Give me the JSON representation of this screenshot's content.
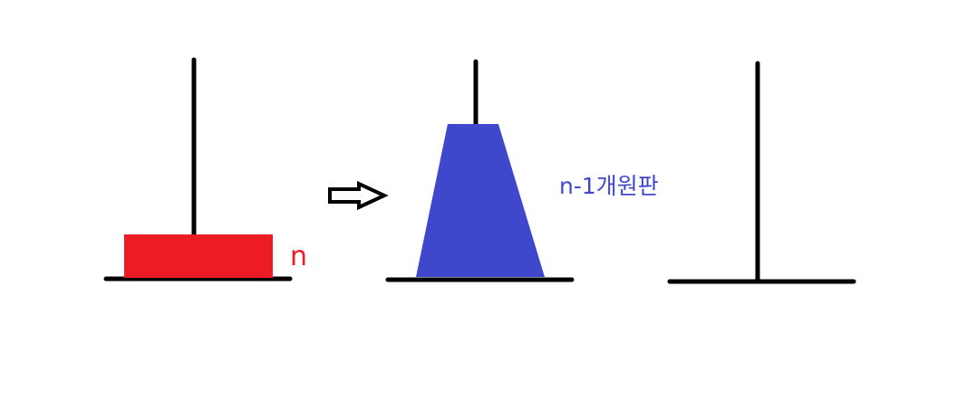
{
  "pegs": [
    {
      "name": "peg-1"
    },
    {
      "name": "peg-2"
    },
    {
      "name": "peg-3"
    }
  ],
  "disk_n": {
    "label": "n",
    "color": "#ed1c24"
  },
  "stack_n_minus_1": {
    "label": "n-1개원판",
    "color": "#3f48cc"
  },
  "arrow": {
    "icon": "right-arrow-icon",
    "color": "#000000"
  },
  "colors": {
    "lines": "#000000",
    "background": "#ffffff"
  }
}
